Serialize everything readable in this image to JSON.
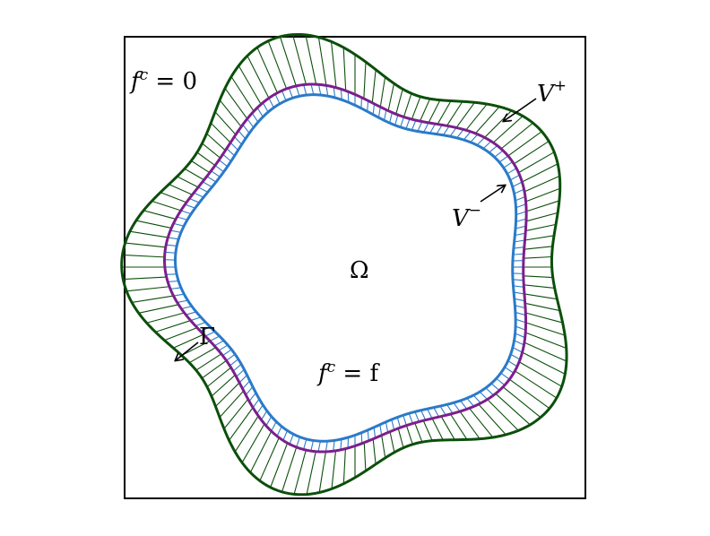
{
  "figure": {
    "labels": {
      "outer_region": {
        "base": "f",
        "sup": "c",
        "rest": " = 0"
      },
      "inner_region": {
        "base": "f",
        "sup": "c",
        "rest": " = f"
      },
      "domain": "Ω",
      "boundary": "Γ",
      "outer_layer": {
        "base": "V",
        "sup": "+"
      },
      "inner_layer": {
        "base": "V",
        "sup": "−"
      }
    },
    "colors": {
      "outer_curve": "#0b4f0b",
      "middle_curve": "#7b1f8c",
      "inner_curve": "#2a7ac9",
      "frame": "#000000",
      "outer_rays": "#0b4f0b",
      "inner_rays": "#2a7ac9"
    },
    "shape": {
      "lobes": 5,
      "outer_ray_count": 120,
      "inner_ray_count": 160
    }
  }
}
